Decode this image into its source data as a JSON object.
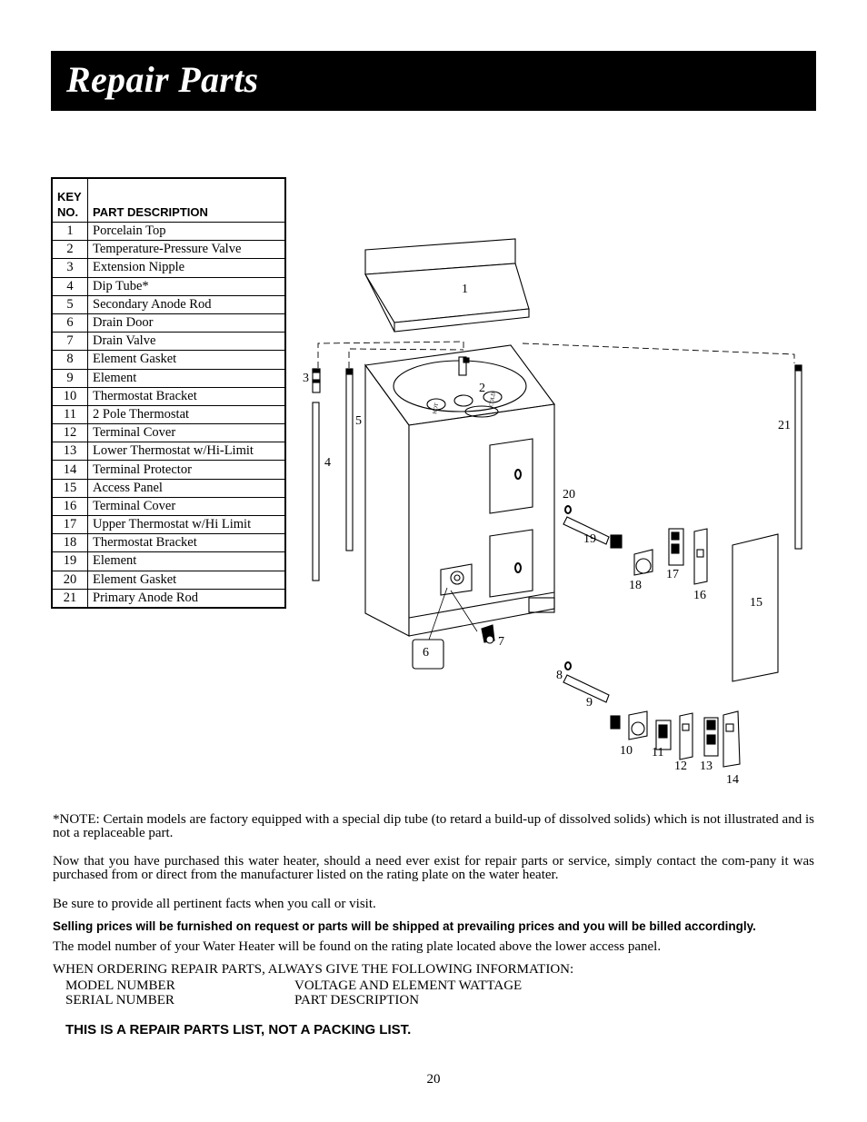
{
  "title": "Repair Parts",
  "table": {
    "header_key": "KEY NO.",
    "header_key_line1": "KEY",
    "header_key_line2": "NO.",
    "header_desc": "PART DESCRIPTION",
    "rows": [
      {
        "key": "1",
        "desc": "Porcelain Top"
      },
      {
        "key": "2",
        "desc": "Temperature-Pressure Valve"
      },
      {
        "key": "3",
        "desc": "Extension Nipple"
      },
      {
        "key": "4",
        "desc": "Dip Tube*"
      },
      {
        "key": "5",
        "desc": "Secondary Anode Rod"
      },
      {
        "key": "6",
        "desc": "Drain Door"
      },
      {
        "key": "7",
        "desc": "Drain Valve"
      },
      {
        "key": "8",
        "desc": "Element Gasket"
      },
      {
        "key": "9",
        "desc": "Element"
      },
      {
        "key": "10",
        "desc": "Thermostat Bracket"
      },
      {
        "key": "11",
        "desc": "2 Pole Thermostat"
      },
      {
        "key": "12",
        "desc": "Terminal Cover"
      },
      {
        "key": "13",
        "desc": "Lower Thermostat w/Hi-Limit"
      },
      {
        "key": "14",
        "desc": "Terminal Protector"
      },
      {
        "key": "15",
        "desc": "Access Panel"
      },
      {
        "key": "16",
        "desc": "Terminal Cover"
      },
      {
        "key": "17",
        "desc": "Upper Thermostat w/Hi Limit"
      },
      {
        "key": "18",
        "desc": "Thermostat Bracket"
      },
      {
        "key": "19",
        "desc": "Element"
      },
      {
        "key": "20",
        "desc": "Element Gasket"
      },
      {
        "key": "21",
        "desc": "Primary Anode Rod"
      }
    ]
  },
  "diagram": {
    "callouts": [
      "1",
      "2",
      "3",
      "4",
      "5",
      "6",
      "7",
      "8",
      "9",
      "10",
      "11",
      "12",
      "13",
      "14",
      "15",
      "16",
      "17",
      "18",
      "19",
      "20",
      "21"
    ],
    "top_labels": [
      "HOT",
      "COLD"
    ]
  },
  "text": {
    "note": "*NOTE: Certain models are factory equipped with a special dip tube (to retard a build-up of dissolved solids) which is not illustrated and is not a replaceable part.",
    "purchase": "Now that you have purchased this water heater, should a need ever exist for repair parts or service, simply contact the com-pany it was purchased from or direct from the manufacturer listed on the rating plate on the water heater.",
    "facts": "Be sure to provide all pertinent facts when you call or visit.",
    "selling": "Selling prices will be furnished on request or parts will be shipped at prevailing prices and you will be billed accordingly.",
    "model_location": "The model number of your Water Heater will be found on the rating plate located above the lower access panel.",
    "ordering_heading": "WHEN ORDERING REPAIR PARTS, ALWAYS GIVE THE FOLLOWING INFORMATION:",
    "order_items": [
      "MODEL NUMBER",
      "VOLTAGE AND ELEMENT WATTAGE",
      "SERIAL NUMBER",
      "PART DESCRIPTION"
    ],
    "not_packing": "THIS IS A REPAIR PARTS LIST, NOT A PACKING LIST."
  },
  "page_number": "20"
}
